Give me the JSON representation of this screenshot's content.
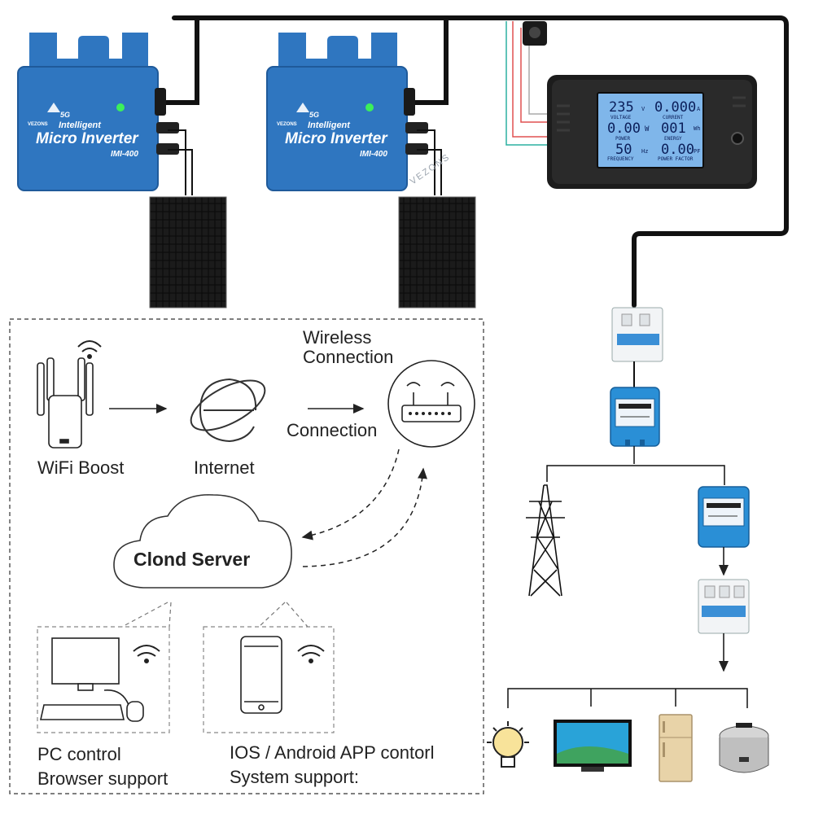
{
  "inverters": [
    {
      "brand_5g": "5G",
      "line1": "Intelligent",
      "title": "Micro Inverter",
      "model": "IMI-400"
    },
    {
      "brand_5g": "5G",
      "line1": "Intelligent",
      "title": "Micro Inverter",
      "model": "IMI-400"
    }
  ],
  "logo_text": "VEZONS",
  "meter": {
    "voltage_value": "235",
    "voltage_unit": "V",
    "voltage_label": "VOLTAGE",
    "current_value": "0.000",
    "current_unit": "A",
    "current_label": "CURRENT",
    "power_value": "0.00",
    "power_unit": "W",
    "power_label": "POWER",
    "energy_value": "001",
    "energy_unit": "Wh",
    "energy_label": "ENERGY",
    "frequency_value": "50",
    "frequency_unit": "Hz",
    "frequency_label": "FREQUENCY",
    "pf_value": "0.00",
    "pf_unit": "PF",
    "pf_label": "POWER FACTOR"
  },
  "network": {
    "wifi_boost": "WiFi Boost",
    "internet": "Internet",
    "wireless_line1": "Wireless",
    "wireless_line2": "Connection",
    "connection": "Connection",
    "cloud_server": "Clond Server",
    "pc_line1": "PC control",
    "pc_line2": "Browser support",
    "app_line1": "IOS / Android APP contorl",
    "app_line2": "System support:"
  },
  "colors": {
    "inverter_blue": "#2f76c0",
    "meter_blue": "#2a8fd6",
    "lcd_bg": "#7fb6ea",
    "wire": "#111111"
  }
}
